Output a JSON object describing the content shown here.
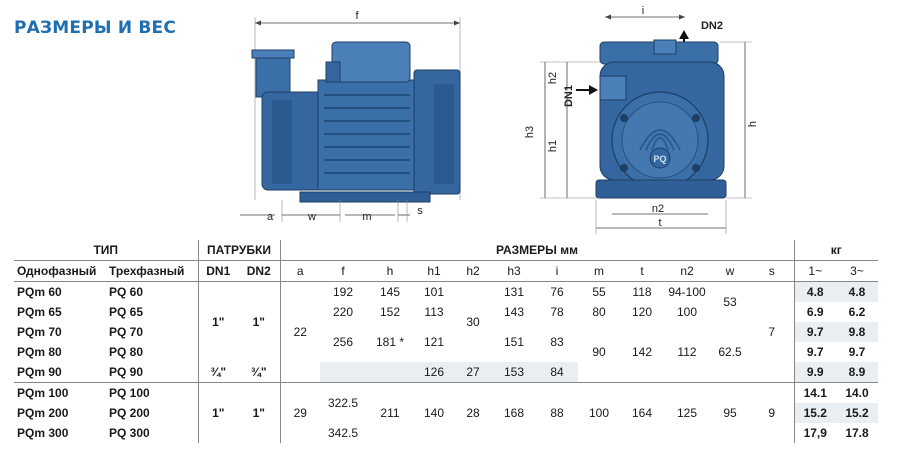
{
  "page_title": "РАЗМЕРЫ И ВЕС",
  "drawing_labels": {
    "f": "f",
    "a": "a",
    "w": "w",
    "m": "m",
    "s": "s",
    "i": "i",
    "dn2": "DN2",
    "dn1": "DN1",
    "h2": "h2",
    "h1": "h1",
    "h3": "h3",
    "h": "h",
    "n2": "n2",
    "t": "t",
    "pq": "PQ"
  },
  "table": {
    "group_type": "ТИП",
    "group_ports": "ПАТРУБКИ",
    "group_dims": "РАЗМЕРЫ мм",
    "group_weight": "кг",
    "col_single": "Однофазный",
    "col_three": "Трехфазный",
    "dim_cols": [
      "DN1",
      "DN2",
      "a",
      "f",
      "h",
      "h1",
      "h2",
      "h3",
      "i",
      "m",
      "t",
      "n2",
      "w",
      "s",
      "1~",
      "3~"
    ],
    "models_single": [
      "PQm 60",
      "PQm 65",
      "PQm 70",
      "PQm 80",
      "PQm 90",
      "PQm 100",
      "PQm 200",
      "PQm 300"
    ],
    "models_three": [
      "PQ 60",
      "PQ 65",
      "PQ 70",
      "PQ 80",
      "PQ 90",
      "PQ 100",
      "PQ 200",
      "PQ 300"
    ],
    "dn_group1": "1\"",
    "dn_pq90": "¾\"",
    "dn_group3": "1\"",
    "a_group1": "22",
    "a_group2": "29",
    "f": [
      "192",
      "220",
      "256",
      "322.5",
      "342.5"
    ],
    "h": [
      "145",
      "152",
      "181 *",
      "211"
    ],
    "h1": [
      "101",
      "113",
      "121",
      "126",
      "140"
    ],
    "h2": [
      "30",
      "27",
      "28"
    ],
    "h3": [
      "131",
      "143",
      "151",
      "153",
      "168"
    ],
    "i": [
      "76",
      "78",
      "83",
      "84",
      "88"
    ],
    "m": [
      "55",
      "80",
      "90",
      "100"
    ],
    "t": [
      "118",
      "120",
      "142",
      "164"
    ],
    "n2": [
      "94-100",
      "100",
      "112",
      "125"
    ],
    "w": [
      "53",
      "62.5",
      "95"
    ],
    "s": [
      "7",
      "9"
    ],
    "kg1": [
      "4.8",
      "6.9",
      "9.7",
      "9.7",
      "9.9",
      "14.1",
      "15.2",
      "17,9"
    ],
    "kg3": [
      "4.8",
      "6.2",
      "9.8",
      "9.7",
      "8.9",
      "14.0",
      "15.2",
      "17.8"
    ]
  },
  "colors": {
    "title": "#1f6fb0",
    "pump_blue": "#3b6fa8",
    "pump_dark": "#25507f",
    "row_stripe": "#e9eef3"
  }
}
